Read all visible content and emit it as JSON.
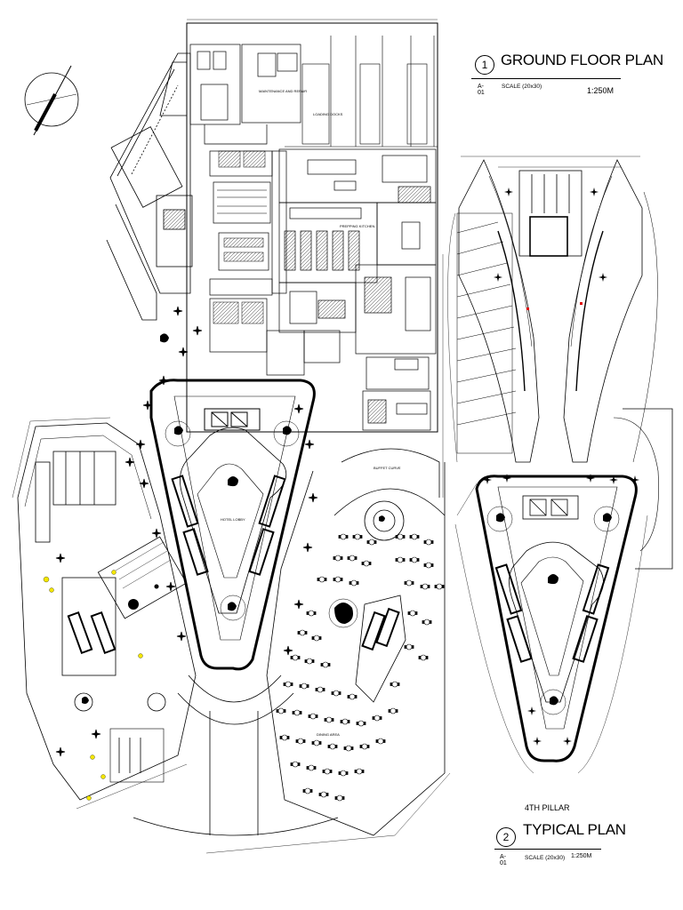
{
  "plan1": {
    "number": "1",
    "sheet": "A-01",
    "title": "GROUND FLOOR PLAN",
    "scale_note": "SCALE (20x30)",
    "ratio": "1:250M"
  },
  "plan2": {
    "number": "2",
    "sheet": "A-01",
    "pre_title": "4TH PILLAR",
    "title": "TYPICAL PLAN",
    "scale_note": "SCALE (20x30)",
    "ratio": "1:250M"
  },
  "room_labels": {
    "maintenance": "MAINTENANCE AND REPAIR",
    "loading_docks": "LOADING DOCKS",
    "prepping_kitchen": "PREPPING KITCHEN",
    "hotel_lobby": "HOTEL LOBBY",
    "buffet_curve": "BUFFET CURVE",
    "dining_area": "DINING AREA"
  }
}
